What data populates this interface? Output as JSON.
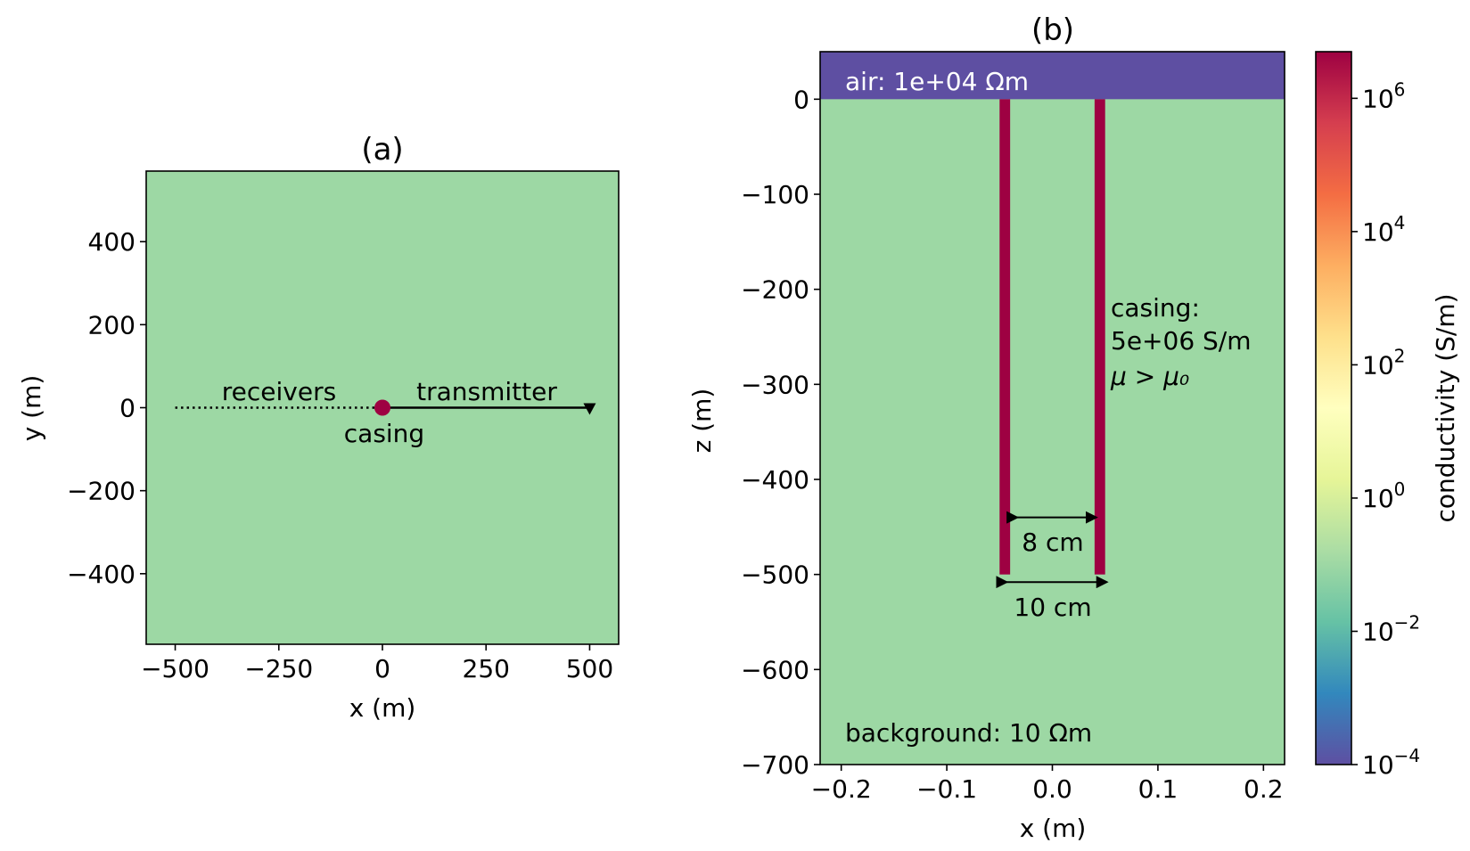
{
  "chart_data": [
    {
      "type": "map",
      "panel": "a",
      "title": "(a)",
      "xlabel": "x (m)",
      "ylabel": "y (m)",
      "xlim": [
        -570,
        570
      ],
      "ylim": [
        -570,
        570
      ],
      "xticks": [
        -500,
        -250,
        0,
        250,
        500
      ],
      "xtick_labels": [
        "−500",
        "−250",
        "0",
        "250",
        "500"
      ],
      "yticks": [
        400,
        200,
        0,
        -200,
        -400
      ],
      "ytick_labels": [
        "400",
        "200",
        "0",
        "−200",
        "−400"
      ],
      "background_color": "#9dd8a4",
      "receivers": {
        "label": "receivers",
        "x": [
          -500,
          0
        ],
        "y": [
          0,
          0
        ],
        "style": "dotted"
      },
      "transmitter": {
        "label": "transmitter",
        "x": [
          0,
          500
        ],
        "y": [
          0,
          0
        ],
        "style": "solid"
      },
      "casing": {
        "label": "casing",
        "x": 0,
        "y": 0,
        "color": "#9e0142"
      },
      "grid": false
    },
    {
      "type": "cross-section",
      "panel": "b",
      "title": "(b)",
      "xlabel": "x (m)",
      "ylabel": "z (m)",
      "xlim": [
        -0.22,
        0.22
      ],
      "ylim": [
        -700,
        50
      ],
      "xticks": [
        -0.2,
        -0.1,
        0.0,
        0.1,
        0.2
      ],
      "xtick_labels": [
        "−0.2",
        "−0.1",
        "0.0",
        "0.1",
        "0.2"
      ],
      "yticks": [
        0,
        -100,
        -200,
        -300,
        -400,
        -500,
        -600,
        -700
      ],
      "ytick_labels": [
        "0",
        "−100",
        "−200",
        "−300",
        "−400",
        "−500",
        "−600",
        "−700"
      ],
      "air": {
        "label": "air: 1e+04 Ωm",
        "color": "#5e4fa2",
        "z_top": 50,
        "z_bottom": 0
      },
      "background": {
        "label": "background: 10 Ωm",
        "color": "#9dd8a4"
      },
      "casing": {
        "label_lines": [
          "casing:",
          "5e+06 S/m",
          "μ > μ₀"
        ],
        "color": "#9e0142",
        "outer_radius": 0.05,
        "inner_radius": 0.04,
        "depth": -500
      },
      "dimensions": [
        {
          "label": "8 cm",
          "x0": -0.04,
          "x1": 0.04,
          "z": -440
        },
        {
          "label": "10 cm",
          "x0": -0.05,
          "x1": 0.05,
          "z": -508
        }
      ],
      "grid": false
    }
  ],
  "colorbar": {
    "label": "conductivity (S/m)",
    "scale": "log",
    "range_exponent": [
      -4,
      6.7
    ],
    "tick_exponents": [
      6,
      4,
      2,
      0,
      -2,
      -4
    ],
    "tick_base": "10",
    "colors": [
      "#5e4fa2",
      "#3288bd",
      "#66c2a5",
      "#abdda4",
      "#e6f598",
      "#ffffbf",
      "#fee08b",
      "#fdae61",
      "#f46d43",
      "#d53e4f",
      "#9e0142"
    ]
  }
}
